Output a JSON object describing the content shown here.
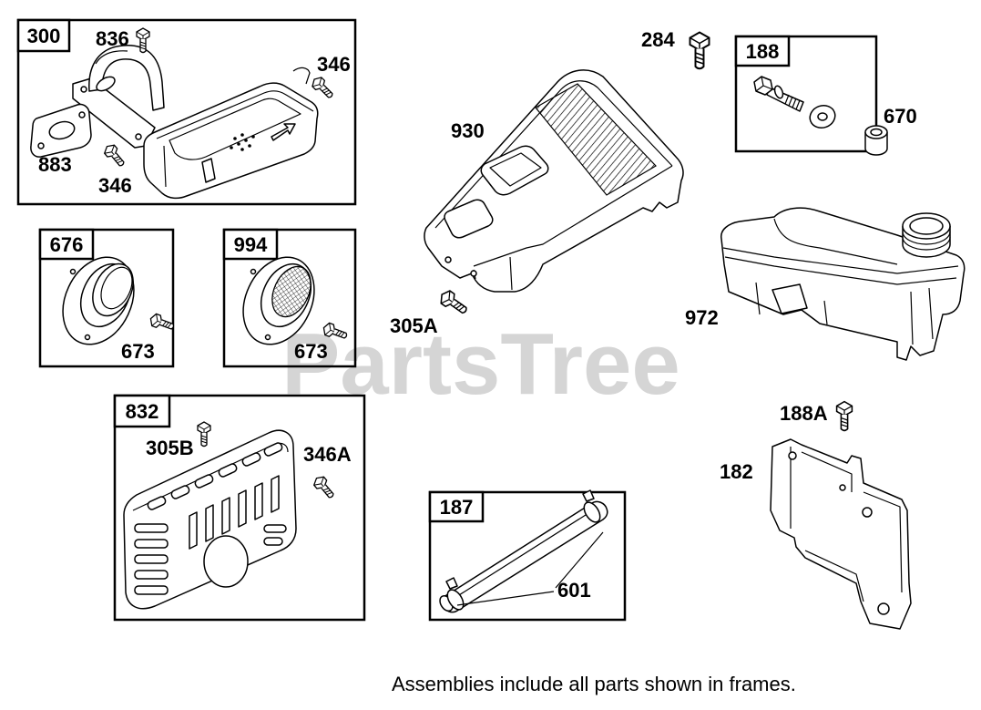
{
  "watermark": "PartsTree",
  "footer_note": "Assemblies include all parts shown in frames.",
  "frames": {
    "f300": "300",
    "f188": "188",
    "f676": "676",
    "f994": "994",
    "f832": "832",
    "f187": "187"
  },
  "callouts": {
    "p836": "836",
    "p346_a": "346",
    "p883": "883",
    "p346_b": "346",
    "p284": "284",
    "p930": "930",
    "p670": "670",
    "p673_a": "673",
    "p673_b": "673",
    "p972": "972",
    "p305A": "305A",
    "p305B": "305B",
    "p346A": "346A",
    "p188A": "188A",
    "p182": "182",
    "p601": "601"
  },
  "colors": {
    "line": "#000000",
    "watermark": "#c8c8c8",
    "background": "#ffffff"
  }
}
